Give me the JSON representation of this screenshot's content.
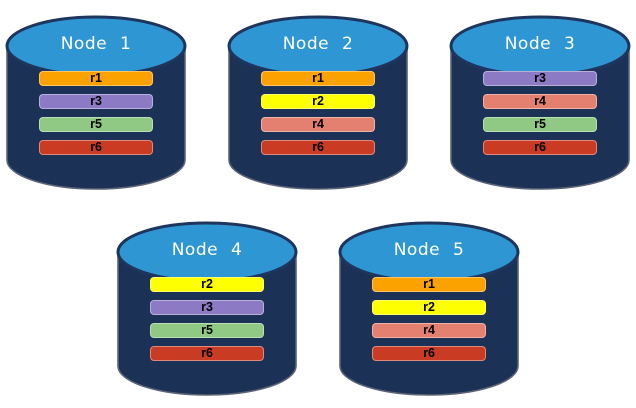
{
  "colors": {
    "cylinder_body": "#1B3156",
    "cylinder_outline": "#5B6375",
    "cylinder_top": "#2E96D3",
    "top_outline": "#1E355E",
    "bar_text": "#000000"
  },
  "replica_colors": {
    "r1": "#FBA100",
    "r2": "#FEFF00",
    "r3": "#8C7BC4",
    "r4": "#E4806F",
    "r5": "#8FC984",
    "r6": "#C93B23"
  },
  "rows": [
    {
      "nodes": [
        {
          "name": "Node 1",
          "replicas": [
            "r1",
            "r3",
            "r5",
            "r6"
          ]
        },
        {
          "name": "Node 2",
          "replicas": [
            "r1",
            "r2",
            "r4",
            "r6"
          ]
        },
        {
          "name": "Node 3",
          "replicas": [
            "r3",
            "r4",
            "r5",
            "r6"
          ]
        }
      ]
    },
    {
      "nodes": [
        {
          "name": "Node 4",
          "replicas": [
            "r2",
            "r3",
            "r5",
            "r6"
          ]
        },
        {
          "name": "Node 5",
          "replicas": [
            "r1",
            "r2",
            "r4",
            "r6"
          ]
        }
      ]
    }
  ]
}
